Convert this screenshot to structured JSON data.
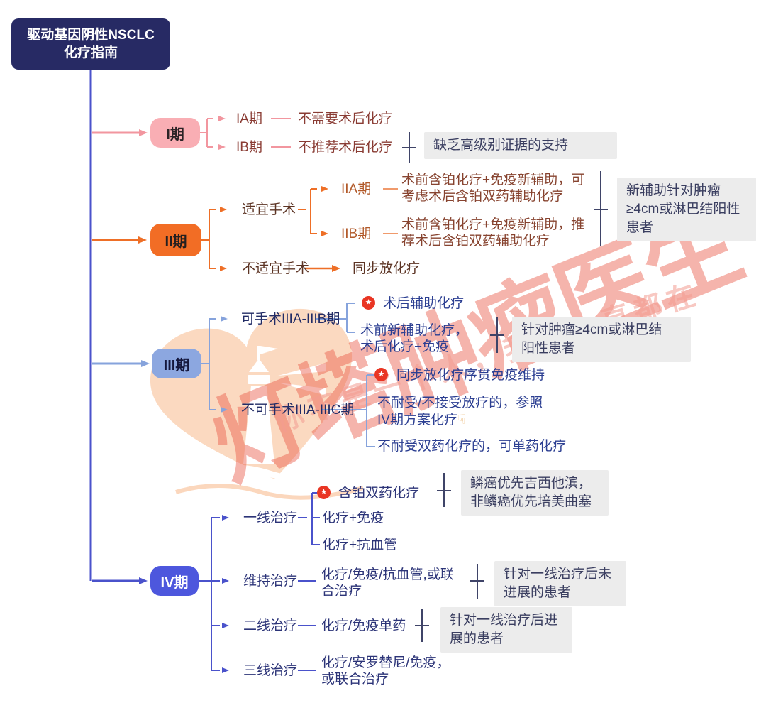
{
  "root": {
    "lines": [
      "驱动基因阴性NSCLC",
      "化疗指南"
    ]
  },
  "stage1": {
    "label": "I期",
    "ia": {
      "label": "IA期",
      "text": "不需要术后化疗"
    },
    "ib": {
      "label": "IB期",
      "text": "不推荐术后化疗",
      "note": "缺乏高级别证据的支持"
    }
  },
  "stage2": {
    "label": "II期",
    "operable": {
      "label": "适宜手术",
      "iia": {
        "label": "IIA期",
        "lines": [
          "术前含铂化疗+免疫新辅助，可",
          "考虑术后含铂双药辅助化疗"
        ]
      },
      "iib": {
        "label": "IIB期",
        "lines": [
          "术前含铂化疗+免疫新辅助，推",
          "荐术后含铂双药辅助化疗"
        ]
      },
      "note_lines": [
        "新辅助针对肿瘤",
        "≥4cm或淋巴结阳性",
        "患者"
      ]
    },
    "inoperable": {
      "label": "不适宜手术",
      "text": "同步放化疗"
    }
  },
  "stage3": {
    "label": "III期",
    "operable": {
      "label": "可手术IIIA-IIIB期",
      "item1": {
        "text": "术后辅助化疗",
        "starred": true
      },
      "item2": {
        "lines": [
          "术前新辅助化疗，",
          "术后化疗+免疫"
        ],
        "note_lines": [
          "针对肿瘤≥4cm或淋巴结",
          "阳性患者"
        ]
      }
    },
    "inoperable": {
      "label": "不可手术IIIA-IIIC期",
      "item1": {
        "text": "同步放化疗序贯免疫维持",
        "starred": true
      },
      "item2": {
        "lines": [
          "不耐受/不接受放疗的，参照",
          "IV期方案化疗"
        ]
      },
      "item3": {
        "text": "不耐受双药化疗的，可单药化疗"
      }
    }
  },
  "stage4": {
    "label": "IV期",
    "first_line": {
      "label": "一线治疗",
      "item1": {
        "text": "含铂双药化疗",
        "starred": true,
        "note_lines": [
          "鳞癌优先吉西他滨，",
          "非鳞癌优先培美曲塞"
        ]
      },
      "item2": {
        "text": "化疗+免疫"
      },
      "item3": {
        "text": "化疗+抗血管"
      }
    },
    "maintenance": {
      "label": "维持治疗",
      "lines": [
        "化疗/免疫/抗血管,或联",
        "合治疗"
      ],
      "note_lines": [
        "针对一线治疗后未",
        "进展的患者"
      ]
    },
    "second_line": {
      "label": "二线治疗",
      "text": "化疗/免疫单药",
      "note_lines": [
        "针对一线治疗后进",
        "展的患者"
      ]
    },
    "third_line": {
      "label": "三线治疗",
      "lines": [
        "化疗/安罗替尼/免疫，",
        "或联合治疗"
      ]
    }
  },
  "watermark": {
    "brand": "灯塔肿瘤医生",
    "slogan": "你不是一个人，我们一直都在"
  },
  "icons": {
    "star": "★",
    "point_down": "☟"
  },
  "colors": {
    "root_bg": "#272a64",
    "spine": "#4a52cb",
    "stage1_node": "#f9aeb4",
    "stage1_line": "#f2969f",
    "stage2_node": "#f26d25",
    "stage3_node": "#8ca7e0",
    "stage3_line": "#86a3dc",
    "stage4_node": "#4d57dd",
    "note_bg": "#ececec",
    "note_text": "#3a3e60",
    "star_badge": "#e93523",
    "watermark_red": "#e95848"
  }
}
